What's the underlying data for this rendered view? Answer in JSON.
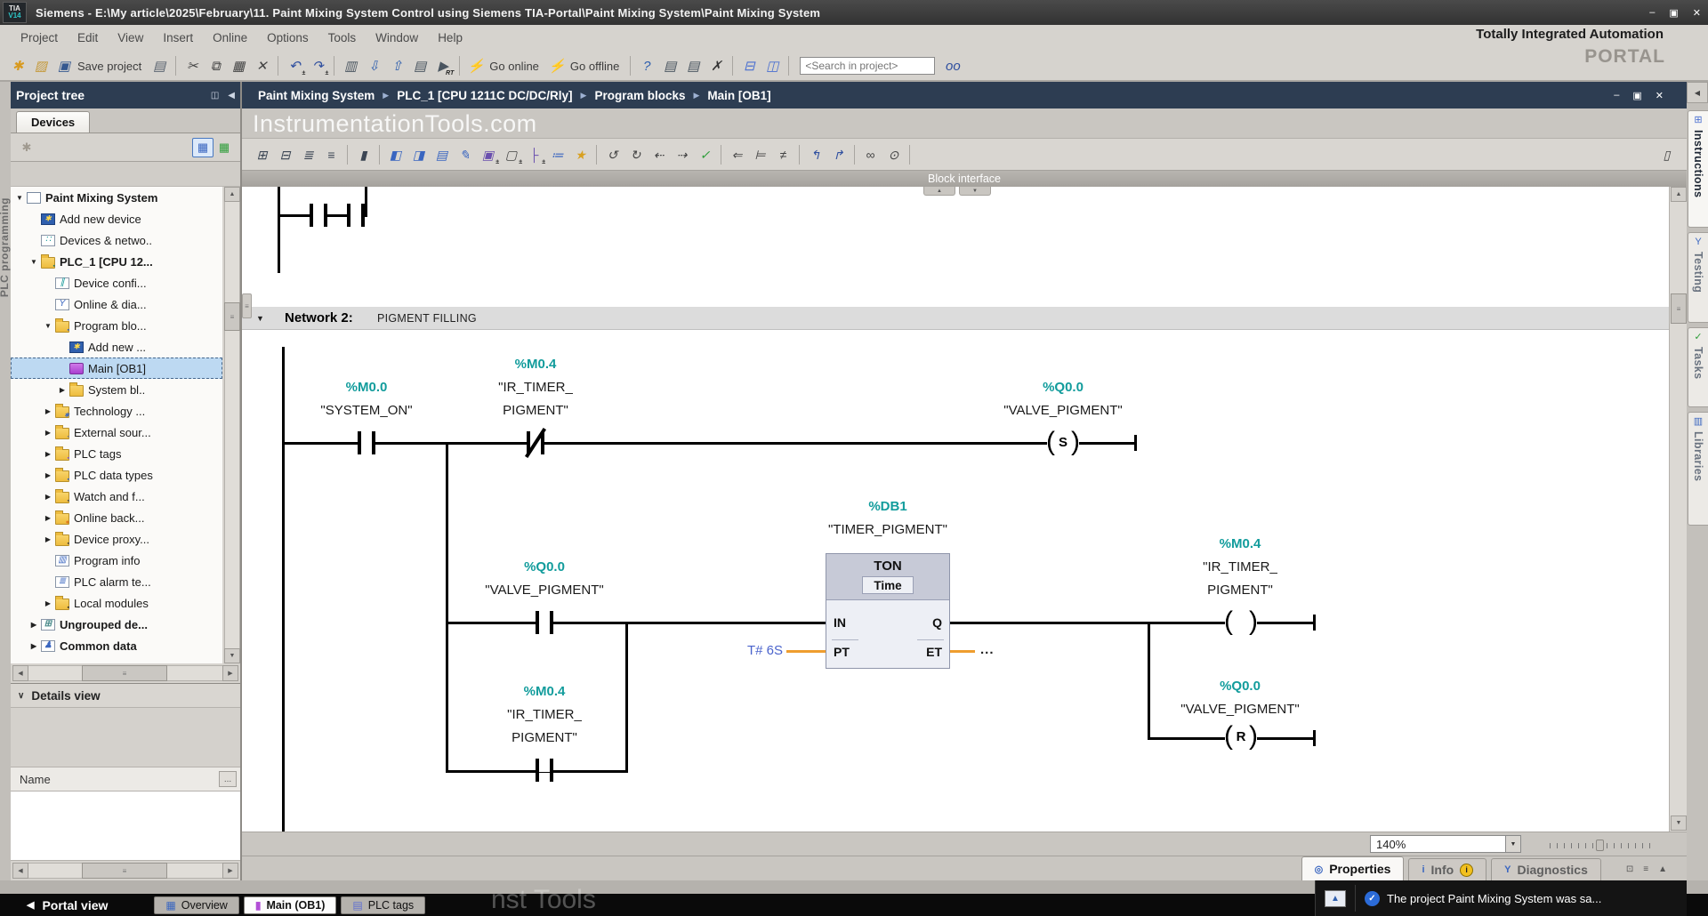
{
  "glyphs": {
    "up": "▲",
    "down": "▼",
    "left": "◀",
    "right": "▶",
    "handle": "≡",
    "back": "◀"
  },
  "window": {
    "badge1": "TIA",
    "badge2": "V14",
    "title": "Siemens  -  E:\\My article\\2025\\February\\11. Paint Mixing System Control using Siemens TIA-Portal\\Paint Mixing System\\Paint Mixing System",
    "min": "–",
    "max": "▣",
    "close": "✕"
  },
  "menu": {
    "items": [
      "Project",
      "Edit",
      "View",
      "Insert",
      "Online",
      "Options",
      "Tools",
      "Window",
      "Help"
    ]
  },
  "branding": {
    "line1": "Totally Integrated Automation",
    "line2": "PORTAL"
  },
  "main_toolbar": {
    "items": [
      {
        "name": "new-project-icon",
        "glyph": "✱",
        "color": "#d89a20"
      },
      {
        "name": "open-project-icon",
        "glyph": "▨",
        "color": "#c59a3c"
      },
      {
        "name": "save-project-icon",
        "glyph": "▣",
        "color": "#35588f",
        "label": "Save project"
      },
      {
        "name": "print-icon",
        "glyph": "▤",
        "color": "#5a6470"
      },
      {
        "sep": true
      },
      {
        "name": "cut-icon",
        "glyph": "✂",
        "color": "#444444"
      },
      {
        "name": "copy-icon",
        "glyph": "⧉",
        "color": "#444444"
      },
      {
        "name": "paste-icon",
        "glyph": "▦",
        "color": "#444444"
      },
      {
        "name": "delete-icon",
        "glyph": "✕",
        "color": "#444444"
      },
      {
        "sep": true
      },
      {
        "name": "undo-icon",
        "glyph": "↶",
        "color": "#2f4f9f",
        "sub": "±"
      },
      {
        "name": "redo-icon",
        "glyph": "↷",
        "color": "#2f4f9f",
        "sub": "±"
      },
      {
        "sep": true
      },
      {
        "name": "compile-icon",
        "glyph": "▥",
        "color": "#4a5560"
      },
      {
        "name": "download-to-device-icon",
        "glyph": "⇩",
        "color": "#2f5fae"
      },
      {
        "name": "upload-from-device-icon",
        "glyph": "⇧",
        "color": "#2f5fae"
      },
      {
        "name": "device-panel-icon",
        "glyph": "▤",
        "color": "#4a5560"
      },
      {
        "name": "start-runtime-icon",
        "glyph": "▶",
        "color": "#4a5560",
        "sub": "RT"
      },
      {
        "sep": true
      },
      {
        "name": "go-online-icon",
        "glyph": "⚡",
        "color": "#b08020",
        "label": "Go online"
      },
      {
        "name": "go-offline-icon",
        "glyph": "⚡",
        "color": "#6a6a6a",
        "label": "Go offline"
      },
      {
        "sep": true
      },
      {
        "name": "accessible-devices-icon",
        "glyph": "?",
        "color": "#2f5fae"
      },
      {
        "name": "start-cpu-icon",
        "glyph": "▤",
        "color": "#4a5560"
      },
      {
        "name": "stop-cpu-icon",
        "glyph": "▤",
        "color": "#4a5560"
      },
      {
        "name": "cross-references-icon",
        "glyph": "✗",
        "color": "#333333"
      },
      {
        "sep": true
      },
      {
        "name": "split-editor-horizontal-icon",
        "glyph": "⊟",
        "color": "#4a6fd0"
      },
      {
        "name": "split-editor-vertical-icon",
        "glyph": "◫",
        "color": "#4a6fd0"
      },
      {
        "sep": true
      },
      {
        "input": true,
        "name": "search-in-project-input",
        "placeholder": "<Search in project>"
      },
      {
        "name": "search-in-project-icon",
        "glyph": "oo",
        "color": "#2f4f9f"
      }
    ]
  },
  "breadcrumb": {
    "items": [
      "Paint Mixing System",
      "PLC_1 [CPU 1211C DC/DC/Rly]",
      "Program blocks",
      "Main [OB1]"
    ]
  },
  "left_rail_label": "PLC programming",
  "project_tree": {
    "header": "Project tree",
    "panel_icon": "◫",
    "collapse_icon": "◀",
    "tab": "Devices",
    "tools": {
      "new": "✱",
      "list": "▦",
      "net": "▦"
    },
    "items": [
      {
        "label": "Paint Mixing System",
        "indent": 0,
        "arrow": "down",
        "bold": true,
        "icon": {
          "kind": "page",
          "name": "project-icon"
        }
      },
      {
        "label": "Add new device",
        "indent": 1,
        "arrow": "",
        "icon": {
          "kind": "add",
          "glyph": "✱",
          "name": "add-new-device-icon"
        }
      },
      {
        "label": "Devices & netwo..",
        "indent": 1,
        "arrow": "",
        "icon": {
          "kind": "box",
          "glyph": "∷",
          "fg": "#1a9a9a",
          "name": "devices-networks-icon"
        }
      },
      {
        "label": "PLC_1 [CPU 12...",
        "indent": 1,
        "arrow": "down",
        "bold": true,
        "icon": {
          "kind": "folder",
          "ov": "▪",
          "ovc": "#2a7a6a",
          "name": "plc-folder-icon"
        }
      },
      {
        "label": "Device confi...",
        "indent": 2,
        "arrow": "",
        "icon": {
          "kind": "box",
          "glyph": "∥",
          "fg": "#1a9a9a",
          "name": "device-configuration-icon"
        }
      },
      {
        "label": "Online & dia...",
        "indent": 2,
        "arrow": "",
        "icon": {
          "kind": "box",
          "glyph": "Y",
          "fg": "#3a66c0",
          "name": "online-diagnostics-icon"
        }
      },
      {
        "label": "Program blo...",
        "indent": 2,
        "arrow": "down",
        "icon": {
          "kind": "folder",
          "ov": "▪",
          "ovc": "#3a66c0",
          "name": "program-blocks-folder-icon"
        }
      },
      {
        "label": "Add new ...",
        "indent": 3,
        "arrow": "",
        "icon": {
          "kind": "add",
          "glyph": "✱",
          "name": "add-new-block-icon"
        }
      },
      {
        "label": "Main [OB1]",
        "indent": 3,
        "arrow": "",
        "selected": true,
        "icon": {
          "kind": "ob",
          "name": "main-ob1-icon"
        }
      },
      {
        "label": "System bl..",
        "indent": 3,
        "arrow": "right",
        "icon": {
          "kind": "folder",
          "name": "system-blocks-folder-icon"
        }
      },
      {
        "label": "Technology ...",
        "indent": 2,
        "arrow": "right",
        "icon": {
          "kind": "folder",
          "ov": "✱",
          "ovc": "#3a66c0",
          "name": "technology-objects-icon"
        }
      },
      {
        "label": "External sour...",
        "indent": 2,
        "arrow": "right",
        "icon": {
          "kind": "folder",
          "ov": "▪",
          "ovc": "#888888",
          "name": "external-sources-icon"
        }
      },
      {
        "label": "PLC tags",
        "indent": 2,
        "arrow": "right",
        "icon": {
          "kind": "folder",
          "ov": "▪",
          "ovc": "#8a5fd0",
          "name": "plc-tags-folder-icon"
        }
      },
      {
        "label": "PLC data types",
        "indent": 2,
        "arrow": "right",
        "icon": {
          "kind": "folder",
          "ov": "▪",
          "ovc": "#3a66c0",
          "name": "plc-data-types-icon"
        }
      },
      {
        "label": "Watch and f...",
        "indent": 2,
        "arrow": "right",
        "icon": {
          "kind": "folder",
          "ov": "▪",
          "ovc": "#555555",
          "name": "watch-force-tables-icon"
        }
      },
      {
        "label": "Online back...",
        "indent": 2,
        "arrow": "right",
        "icon": {
          "kind": "folder",
          "ov": "●",
          "ovc": "#e07a20",
          "name": "online-backups-icon"
        }
      },
      {
        "label": "Device proxy...",
        "indent": 2,
        "arrow": "right",
        "icon": {
          "kind": "folder",
          "ov": "▪",
          "ovc": "#444444",
          "name": "device-proxy-data-icon"
        }
      },
      {
        "label": "Program info",
        "indent": 2,
        "arrow": "",
        "icon": {
          "kind": "box",
          "glyph": "▥",
          "fg": "#3a66c0",
          "name": "program-info-icon"
        }
      },
      {
        "label": "PLC alarm te...",
        "indent": 2,
        "arrow": "",
        "icon": {
          "kind": "box",
          "glyph": "≣",
          "fg": "#3a66c0",
          "name": "plc-alarm-texts-icon"
        }
      },
      {
        "label": "Local modules",
        "indent": 2,
        "arrow": "right",
        "icon": {
          "kind": "folder",
          "ov": "▪",
          "ovc": "#333333",
          "name": "local-modules-icon"
        }
      },
      {
        "label": "Ungrouped de...",
        "indent": 1,
        "arrow": "right",
        "bold": true,
        "icon": {
          "kind": "box",
          "glyph": "⊞",
          "fg": "#4a8a8a",
          "name": "ungrouped-devices-icon"
        }
      },
      {
        "label": "Common data",
        "indent": 1,
        "arrow": "right",
        "bold": true,
        "icon": {
          "kind": "box",
          "glyph": "♟",
          "fg": "#3a66c0",
          "name": "common-data-icon"
        }
      }
    ],
    "details": {
      "chevron": "∨",
      "header": "Details view",
      "name_col": "Name",
      "more": "..."
    }
  },
  "editor": {
    "watermark": "InstrumentationTools.com",
    "block_interface": "Block interface",
    "collapse_up": "▲",
    "collapse_down": "▼",
    "zoom_value": "140%",
    "network": {
      "collapse": "▼",
      "title": "Network 2:",
      "comment": "PIGMENT FILLING"
    },
    "toolbar_items": [
      {
        "name": "insert-network-icon",
        "glyph": "⊞"
      },
      {
        "name": "delete-network-icon",
        "glyph": "⊟"
      },
      {
        "name": "insert-row-icon",
        "glyph": "≣"
      },
      {
        "name": "delete-row-icon",
        "glyph": "≡"
      },
      {
        "sep": true
      },
      {
        "name": "goto-network-icon",
        "glyph": "▮"
      },
      {
        "sep": true
      },
      {
        "name": "expand-networks-icon",
        "glyph": "◧",
        "color": "#3a66c0"
      },
      {
        "name": "collapse-networks-icon",
        "glyph": "◨",
        "color": "#3a66c0"
      },
      {
        "name": "show-comments-icon",
        "glyph": "▤",
        "color": "#3a66c0"
      },
      {
        "name": "insert-comment-icon",
        "glyph": "✎",
        "color": "#3a66c0"
      },
      {
        "name": "insert-fb-call-icon",
        "glyph": "▣",
        "sub": "±",
        "color": "#6a4fae"
      },
      {
        "name": "insert-empty-box-icon",
        "glyph": "▢",
        "sub": "±",
        "color": "#444444"
      },
      {
        "name": "open-branch-icon",
        "glyph": "├",
        "sub": "±",
        "color": "#6a4fae"
      },
      {
        "name": "block-interface-icon",
        "glyph": "≔",
        "color": "#3a66c0"
      },
      {
        "name": "favorites-icon",
        "glyph": "★",
        "color": "#d8a020"
      },
      {
        "sep": true
      },
      {
        "name": "update-block-calls-icon",
        "glyph": "↺",
        "color": "#444444"
      },
      {
        "name": "snapshot-icon",
        "glyph": "↻",
        "color": "#444444"
      },
      {
        "name": "goto-previous-icon",
        "glyph": "⇠",
        "color": "#444444"
      },
      {
        "name": "goto-next-icon",
        "glyph": "⇢",
        "color": "#444444"
      },
      {
        "name": "consistency-check-icon",
        "glyph": "✓",
        "color": "#2e9e3a"
      },
      {
        "sep": true
      },
      {
        "name": "absolute-operands-icon",
        "glyph": "⇐",
        "color": "#444444"
      },
      {
        "name": "symbol-information-icon",
        "glyph": "⊨",
        "color": "#444444"
      },
      {
        "name": "free-comments-icon",
        "glyph": "≠",
        "color": "#444444"
      },
      {
        "sep": true
      },
      {
        "name": "open-called-block-icon",
        "glyph": "↰",
        "color": "#2f4f9f"
      },
      {
        "name": "return-to-caller-icon",
        "glyph": "↱",
        "color": "#2f4f9f"
      },
      {
        "sep": true
      },
      {
        "name": "call-environment-icon",
        "glyph": "∞",
        "color": "#444444"
      },
      {
        "name": "call-structure-icon",
        "glyph": "⊙",
        "color": "#444444"
      },
      {
        "sep": true
      },
      {
        "name": "data-block-icon",
        "glyph": "▯",
        "color": "#444444",
        "right": true
      }
    ]
  },
  "ladder": {
    "sys_on": {
      "addr": "%M0.0",
      "name": "\"SYSTEM_ON\""
    },
    "ir_timer_a": {
      "addr": "%M0.4",
      "l1": "\"IR_TIMER_",
      "l2": "PIGMENT\""
    },
    "valve_set": {
      "addr": "%Q0.0",
      "name": "\"VALVE_PIGMENT\"",
      "coil": "S"
    },
    "valve_contact": {
      "addr": "%Q0.0",
      "name": "\"VALVE_PIGMENT\""
    },
    "ir_timer_b": {
      "addr": "%M0.4",
      "l1": "\"IR_TIMER_",
      "l2": "PIGMENT\""
    },
    "timer": {
      "db": "%DB1",
      "name": "\"TIMER_PIGMENT\"",
      "type": "TON",
      "dtype": "Time",
      "in": "IN",
      "q": "Q",
      "pt": "PT",
      "et": "ET",
      "pt_val": "T# 6S",
      "et_val": "..."
    },
    "ir_coil": {
      "addr": "%M0.4",
      "l1": "\"IR_TIMER_",
      "l2": "PIGMENT\""
    },
    "valve_reset": {
      "addr": "%Q0.0",
      "name": "\"VALVE_PIGMENT\"",
      "coil": "R"
    }
  },
  "right_tabs": {
    "collapse": "◀",
    "items": [
      {
        "id": "instructions",
        "label": "Instructions",
        "glyph": "⊞",
        "color": "#4a6fd0",
        "active": true
      },
      {
        "id": "testing",
        "label": "Testing",
        "glyph": "Y",
        "color": "#3a66c0"
      },
      {
        "id": "tasks",
        "label": "Tasks",
        "glyph": "✓",
        "color": "#2e9e3a"
      },
      {
        "id": "libraries",
        "label": "Libraries",
        "glyph": "▥",
        "color": "#3a66c0"
      }
    ]
  },
  "inspector": {
    "properties": "Properties",
    "info": "Info",
    "diagnostics": "Diagnostics",
    "properties_glyph": "◎",
    "info_glyph": "i",
    "diagnostics_glyph": "Y",
    "info_badge": "i",
    "float_icon": "⊡",
    "dock_icon": "≡",
    "collapse_icon": "▲"
  },
  "taskbar": {
    "portal_view": "Portal view",
    "watermark": "nst Tools",
    "buttons": [
      {
        "id": "overview",
        "label": "Overview",
        "glyph": "▦",
        "color": "#3a66c0"
      },
      {
        "id": "main-ob1",
        "label": "Main (OB1)",
        "glyph": "▮",
        "color": "#b24fd6",
        "active": true
      },
      {
        "id": "plc-tags",
        "label": "PLC tags",
        "glyph": "▤",
        "color": "#5f6fd0"
      }
    ]
  },
  "status": {
    "message": "The project Paint Mixing System was sa...",
    "check": "✓"
  }
}
